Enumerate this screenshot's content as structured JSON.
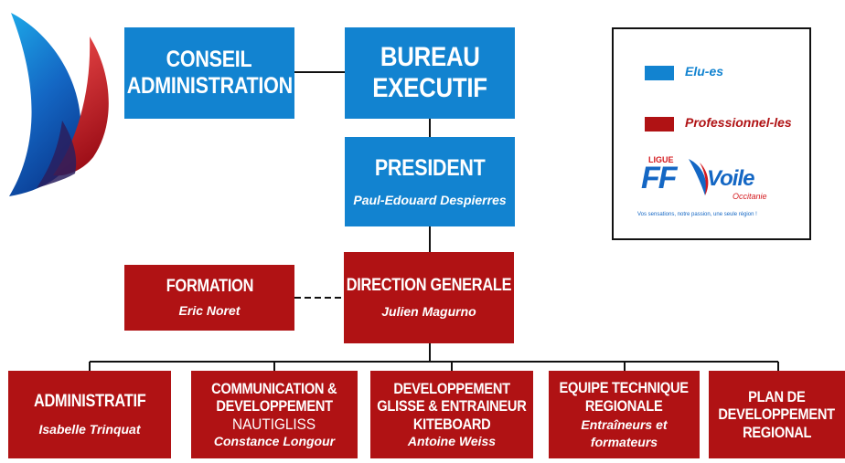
{
  "boxes": {
    "conseil": {
      "title_line1": "CONSEIL",
      "title_line2": "ADMINISTRATION"
    },
    "bureau": {
      "title_line1": "BUREAU",
      "title_line2": "EXECUTIF"
    },
    "president": {
      "title": "PRESIDENT",
      "name": "Paul-Edouard Despierres"
    },
    "direction": {
      "title": "DIRECTION GENERALE",
      "name": "Julien Magurno"
    },
    "formation": {
      "title": "FORMATION",
      "name": "Eric Noret"
    },
    "administratif": {
      "title": "ADMINISTRATIF",
      "name": "Isabelle Trinquat"
    },
    "communication": {
      "title_line1": "COMMUNICATION &",
      "title_line2": "DEVELOPPEMENT",
      "subtitle": "NAUTIGLISS",
      "name": "Constance Longour"
    },
    "developpement": {
      "title_line1": "DEVELOPPEMENT",
      "title_line2": "GLISSE & ENTRAINEUR",
      "title_line3": "KITEBOARD",
      "name": "Antoine Weiss"
    },
    "equipe": {
      "title_line1": "EQUIPE TECHNIQUE",
      "title_line2": "REGIONALE",
      "name_line1": "Entraîneurs et",
      "name_line2": "formateurs"
    },
    "plan": {
      "title_line1": "PLAN DE",
      "title_line2": "DEVELOPPEMENT",
      "title_line3": "REGIONAL"
    }
  },
  "legend": {
    "elected_label": "Elu-es",
    "professional_label": "Professionnel-les",
    "logo": {
      "prefix": "LIGUE",
      "ff": "FF",
      "voile": "Voile",
      "region": "Occitanie",
      "tagline": "Vos sensations, notre passion, une seule région !"
    }
  },
  "colors": {
    "elected": "#1283d0",
    "professional": "#b01214"
  }
}
